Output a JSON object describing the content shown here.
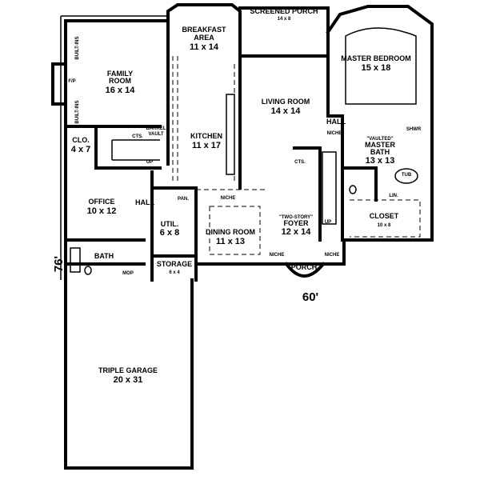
{
  "rooms": {
    "breakfast": {
      "name1": "BREAKFAST",
      "name2": "AREA",
      "size": "11 x 14"
    },
    "screened_porch": {
      "name": "SCREENED PORCH",
      "size": "14 x 8"
    },
    "master_bedroom": {
      "name": "MASTER BEDROOM",
      "size": "15 x 18"
    },
    "family_room": {
      "name1": "FAMILY",
      "name2": "ROOM",
      "size": "16 x 14"
    },
    "living_room": {
      "name": "LIVING ROOM",
      "size": "14 x 14"
    },
    "kitchen": {
      "name": "KITCHEN",
      "size": "11 x 17"
    },
    "closet_small": {
      "name": "CLO.",
      "size": "4 x 7"
    },
    "master_bath": {
      "note": "\"VAULTED\"",
      "name1": "MASTER",
      "name2": "BATH",
      "size": "13 x 13"
    },
    "office": {
      "name": "OFFICE",
      "size": "10 x 12"
    },
    "utility": {
      "name": "UTIL.",
      "size": "6 x 8"
    },
    "dining_room": {
      "name": "DINING ROOM",
      "size": "11 x 13"
    },
    "foyer": {
      "note": "\"TWO-STORY\"",
      "name": "FOYER",
      "size": "12 x 14"
    },
    "closet": {
      "name": "CLOSET",
      "size": "10 x 8"
    },
    "bath": {
      "name": "BATH"
    },
    "storage": {
      "name": "STORAGE",
      "size": "6 x 4"
    },
    "porch": {
      "name": "PORCH"
    },
    "garage": {
      "name": "TRIPLE GARAGE",
      "size": "20 x 31"
    }
  },
  "labels": {
    "built_ins": "BUILT-INS",
    "fireplace": "F/P",
    "barrel_vault1": "BARREL",
    "barrel_vault2": "VAULT",
    "cts": "CTS.",
    "up": "UP",
    "hall": "HALL",
    "niche": "NICHE",
    "shower": "SHWR",
    "tub": "TUB",
    "linen": "LIN.",
    "pantry": "PAN.",
    "mop": "MOP"
  },
  "dimensions": {
    "width": "60'",
    "depth": "76'"
  }
}
